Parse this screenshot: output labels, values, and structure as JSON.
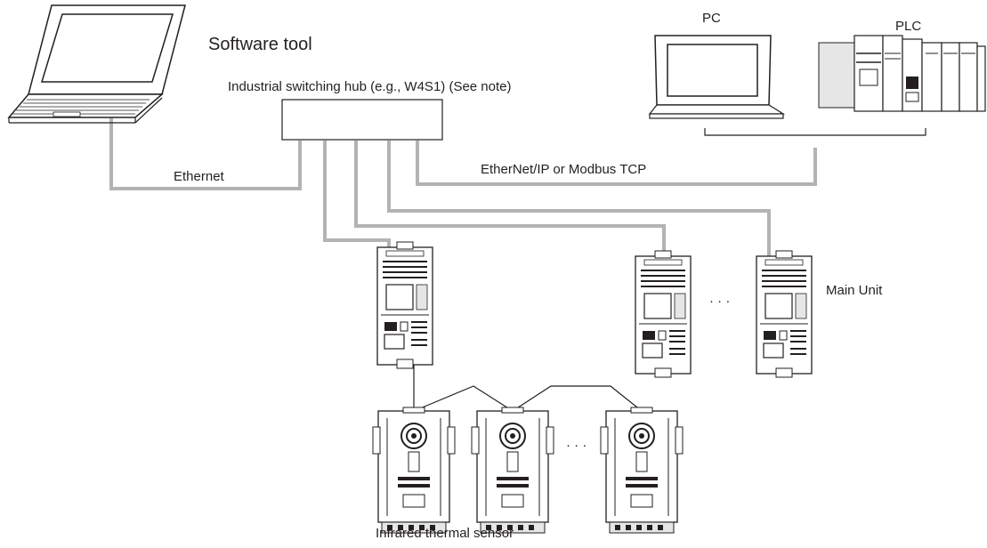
{
  "labels": {
    "software_tool": "Software tool",
    "hub": "Industrial switching hub (e.g., W4S1) (See note)",
    "pc": "PC",
    "plc": "PLC",
    "ethernet": "Ethernet",
    "ethernet_ip": "EtherNet/IP or Modbus TCP",
    "main_unit": "Main Unit",
    "sensor": "Infrared thermal sensor",
    "ellipsis_main": "· · ·",
    "ellipsis_sensor": "· · ·"
  },
  "colors": {
    "cable": "#b3b3b3",
    "line": "#231f20",
    "device_fill": "#ffffff",
    "device_shade": "#e6e6e6"
  }
}
